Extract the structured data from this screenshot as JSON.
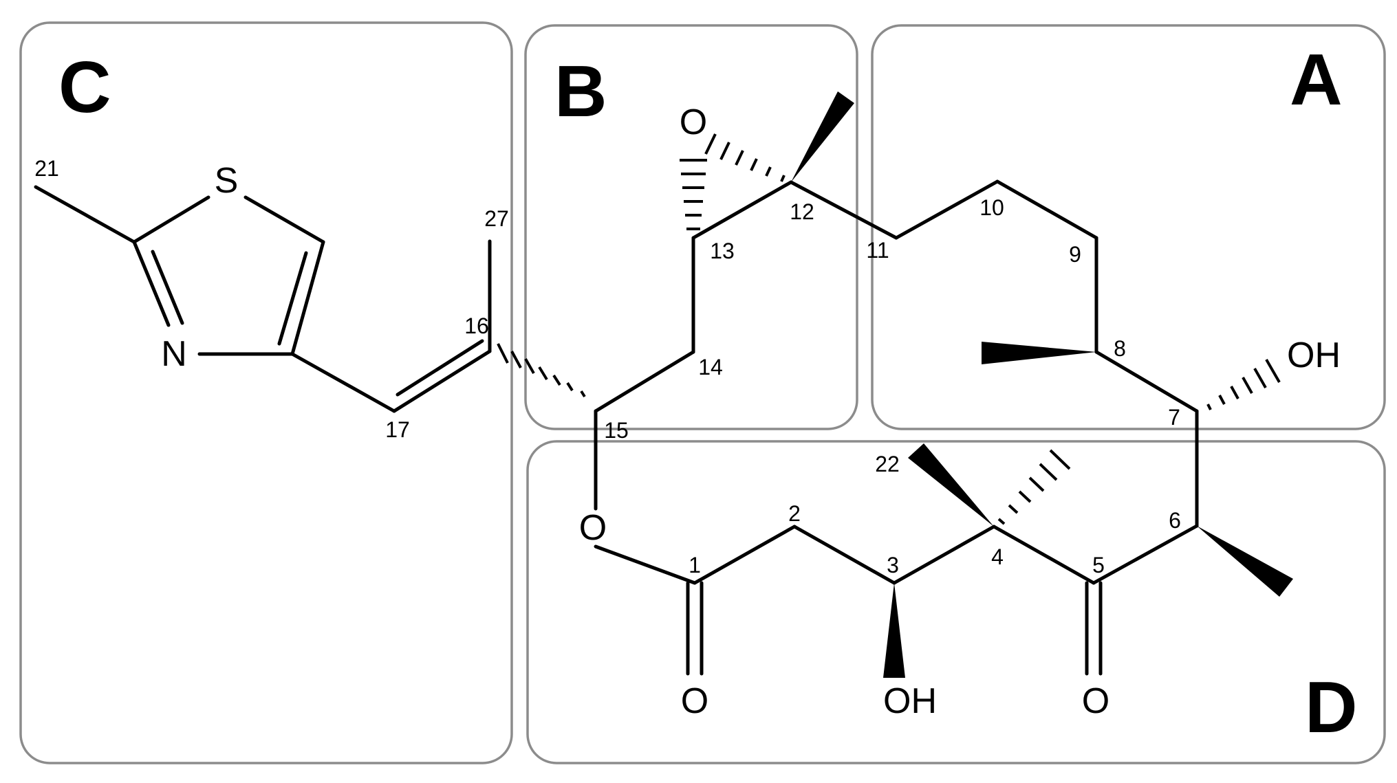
{
  "regions": [
    {
      "id": "C",
      "label": "C"
    },
    {
      "id": "B",
      "label": "B"
    },
    {
      "id": "A",
      "label": "A"
    },
    {
      "id": "D",
      "label": "D"
    }
  ],
  "atoms": {
    "S": "S",
    "N": "N",
    "O_epoxide": "O",
    "OH_7": "OH",
    "O_ester": "O",
    "O_carbonyl_1": "O",
    "OH_3": "OH",
    "O_carbonyl_5": "O"
  },
  "atom_numbers": {
    "n1": "1",
    "n2": "2",
    "n3": "3",
    "n4": "4",
    "n5": "5",
    "n6": "6",
    "n7": "7",
    "n8": "8",
    "n9": "9",
    "n10": "10",
    "n11": "11",
    "n12": "12",
    "n13": "13",
    "n14": "14",
    "n15": "15",
    "n16": "16",
    "n17": "17",
    "n21": "21",
    "n22": "22",
    "n27": "27"
  }
}
